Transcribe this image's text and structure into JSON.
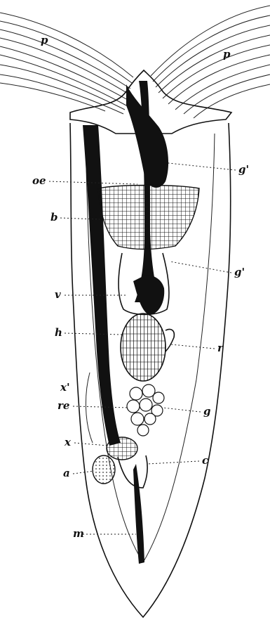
{
  "figure": {
    "labels": {
      "p_left": "p",
      "p_right": "p",
      "oe": "oe",
      "g_prime_top": "g'",
      "b": "b",
      "g_prime_mid": "g'",
      "v": "v",
      "h": "h",
      "r": "r",
      "x_prime": "x'",
      "re": "re",
      "g": "g",
      "x": "x",
      "a": "a",
      "c": "c",
      "m": "m"
    }
  }
}
